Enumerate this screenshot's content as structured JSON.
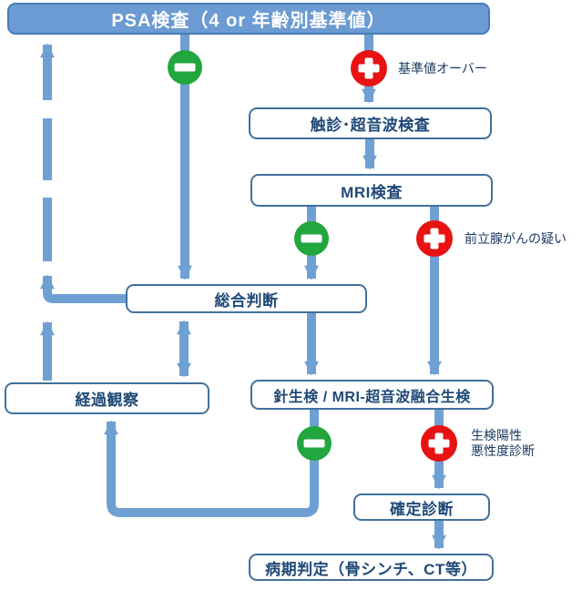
{
  "diagram": {
    "title": "PSA prostate cancer screening flowchart",
    "nodes": {
      "psa": {
        "label": "PSA検査（4 or 年齢別基準値）"
      },
      "palpation": {
        "label": "触診･超音波検査"
      },
      "mri": {
        "label": "MRI検査"
      },
      "judgment": {
        "label": "総合判断"
      },
      "followup": {
        "label": "経過観察"
      },
      "biopsy": {
        "label": "針生検 / MRI-超音波融合生検"
      },
      "confirm": {
        "label": "確定診断"
      },
      "staging": {
        "label": "病期判定（骨シンチ、CT等）"
      }
    },
    "annotations": {
      "over_threshold": "基準値オーバー",
      "cancer_suspicion": "前立腺がんの疑い",
      "biopsy_positive": "生検陽性",
      "malignancy_assessment": "悪性度診断"
    },
    "icons": {
      "minus": "negative-result",
      "plus": "positive-result"
    },
    "colors": {
      "primary_box_fill": "#6B9BD2",
      "primary_box_border": "#477CB8",
      "box_border": "#41719C",
      "box_text": "#1F4977",
      "connector": "#6FA0D4",
      "negative_green": "#22A63E",
      "positive_red": "#E91212",
      "annotation_text": "#17375E"
    }
  }
}
